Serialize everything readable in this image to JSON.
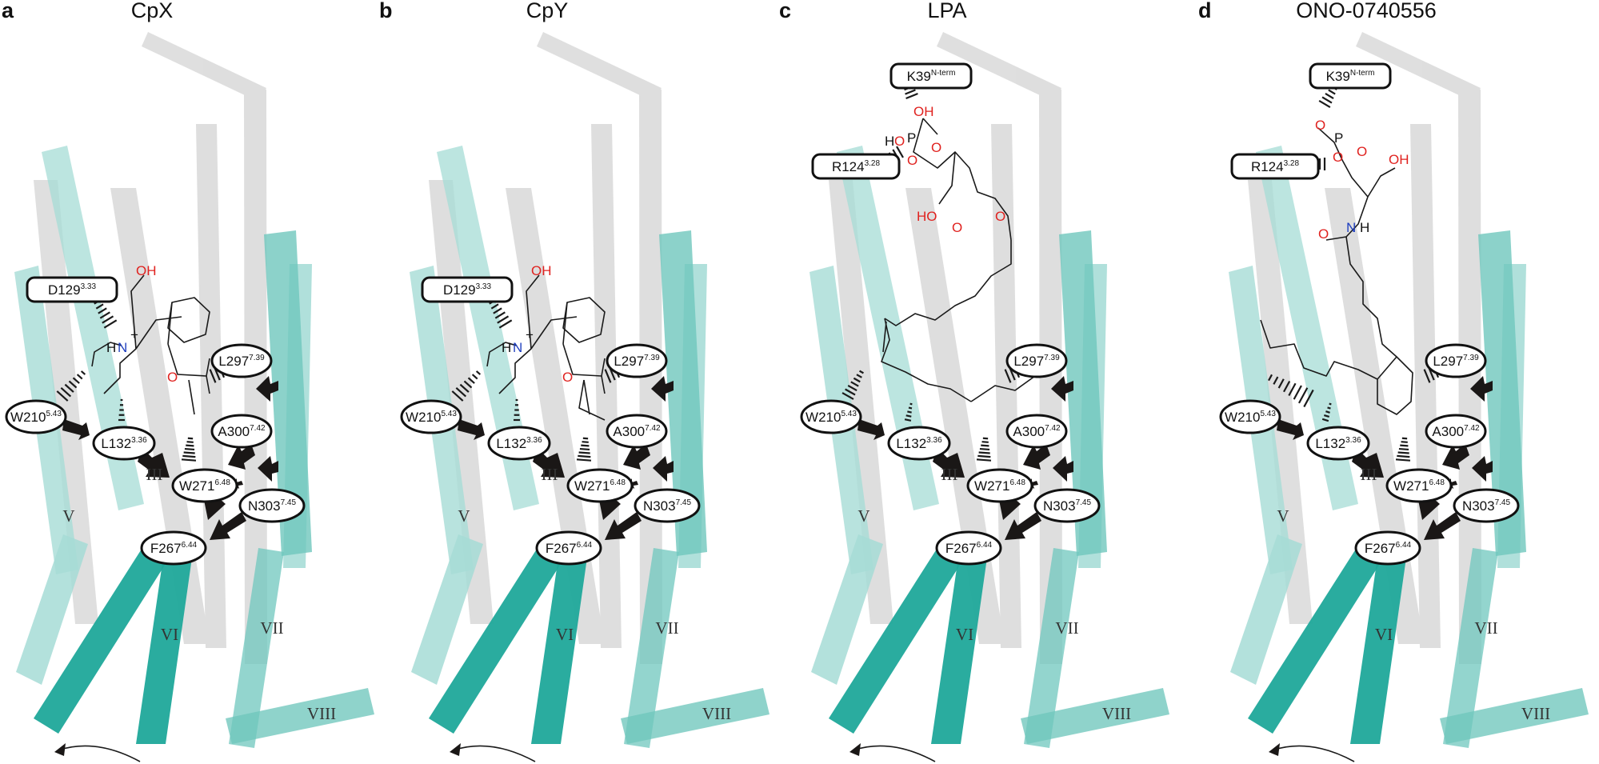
{
  "colors": {
    "helix_grey": "#c8c8c8",
    "helix_teal_light": "#a6dcd6",
    "helix_teal_mid": "#6fc7bd",
    "helix_teal_dark": "#1fa89a",
    "arrow": "#1a1716",
    "oxygen": "#e0221f",
    "nitrogen": "#1f3fbf"
  },
  "panels": [
    {
      "letter": "a",
      "title": "CpX",
      "residues": {
        "top1": {
          "name": "D129",
          "sup": "3.33"
        },
        "top2": null,
        "w210": {
          "name": "W210",
          "sup": "5.43"
        },
        "l132": {
          "name": "L132",
          "sup": "3.36"
        },
        "l297": {
          "name": "L297",
          "sup": "7.39"
        },
        "a300": {
          "name": "A300",
          "sup": "7.42"
        },
        "w271": {
          "name": "W271",
          "sup": "6.48"
        },
        "n303": {
          "name": "N303",
          "sup": "7.45"
        },
        "f267": {
          "name": "F267",
          "sup": "6.44"
        }
      },
      "helix_labels": {
        "v": "V",
        "iii": "III",
        "vi": "VI",
        "vii": "VII",
        "viii": "VIII"
      },
      "atoms": {
        "oh": "OH",
        "h": "H",
        "n": "N",
        "plus": "+",
        "o": "O"
      }
    },
    {
      "letter": "b",
      "title": "CpY",
      "residues": {
        "top1": {
          "name": "D129",
          "sup": "3.33"
        },
        "top2": null,
        "w210": {
          "name": "W210",
          "sup": "5.43"
        },
        "l132": {
          "name": "L132",
          "sup": "3.36"
        },
        "l297": {
          "name": "L297",
          "sup": "7.39"
        },
        "a300": {
          "name": "A300",
          "sup": "7.42"
        },
        "w271": {
          "name": "W271",
          "sup": "6.48"
        },
        "n303": {
          "name": "N303",
          "sup": "7.45"
        },
        "f267": {
          "name": "F267",
          "sup": "6.44"
        }
      },
      "helix_labels": {
        "v": "V",
        "iii": "III",
        "vi": "VI",
        "vii": "VII",
        "viii": "VIII"
      },
      "atoms": {
        "oh": "OH",
        "h": "H",
        "n": "N",
        "plus": "+",
        "o": "O"
      }
    },
    {
      "letter": "c",
      "title": "LPA",
      "residues": {
        "top1": {
          "name": "K39",
          "sup": "N-term"
        },
        "top2": {
          "name": "R124",
          "sup": "3.28"
        },
        "w210": {
          "name": "W210",
          "sup": "5.43"
        },
        "l132": {
          "name": "L132",
          "sup": "3.36"
        },
        "l297": {
          "name": "L297",
          "sup": "7.39"
        },
        "a300": {
          "name": "A300",
          "sup": "7.42"
        },
        "w271": {
          "name": "W271",
          "sup": "6.48"
        },
        "n303": {
          "name": "N303",
          "sup": "7.45"
        },
        "f267": {
          "name": "F267",
          "sup": "6.44"
        }
      },
      "helix_labels": {
        "v": "V",
        "iii": "III",
        "vi": "VI",
        "vii": "VII",
        "viii": "VIII"
      },
      "atoms": {
        "oh": "OH",
        "h": "H",
        "o": "O",
        "p": "P",
        "ho": "HO"
      }
    },
    {
      "letter": "d",
      "title": "ONO-0740556",
      "residues": {
        "top1": {
          "name": "K39",
          "sup": "N-term"
        },
        "top2": {
          "name": "R124",
          "sup": "3.28"
        },
        "w210": {
          "name": "W210",
          "sup": "5.43"
        },
        "l132": {
          "name": "L132",
          "sup": "3.36"
        },
        "l297": {
          "name": "L297",
          "sup": "7.39"
        },
        "a300": {
          "name": "A300",
          "sup": "7.42"
        },
        "w271": {
          "name": "W271",
          "sup": "6.48"
        },
        "n303": {
          "name": "N303",
          "sup": "7.45"
        },
        "f267": {
          "name": "F267",
          "sup": "6.44"
        }
      },
      "helix_labels": {
        "v": "V",
        "iii": "III",
        "vi": "VI",
        "vii": "VII",
        "viii": "VIII"
      },
      "atoms": {
        "oh": "OH",
        "h": "H",
        "o": "O",
        "p": "P",
        "n": "N"
      }
    }
  ]
}
